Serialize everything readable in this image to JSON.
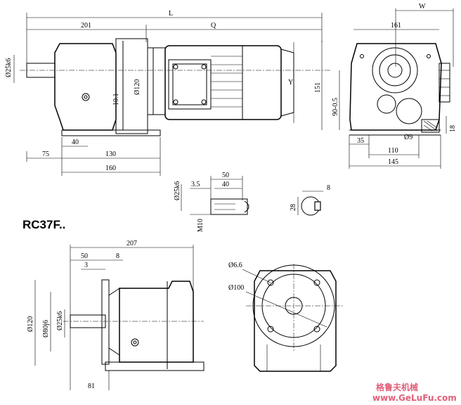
{
  "title": "RC37F..",
  "watermark": {
    "cn": "格鲁夫机械",
    "url": "www.GeLuFu.com"
  },
  "side_view": {
    "L": "L",
    "Q": "Q",
    "dim_201": "201",
    "shaft_dia": "Ø25k6",
    "dia_120": "Ø120",
    "dim_10_1": "10.1",
    "Y": "Y",
    "dim_40": "40",
    "dim_75": "75",
    "dim_130": "130",
    "dim_160": "160"
  },
  "end_view": {
    "W": "W",
    "dim_161": "161",
    "dim_151": "151",
    "dim_90": "90-0.5",
    "dim_18": "18",
    "dim_35": "35",
    "dia_9": "Ø9",
    "dim_110": "110",
    "dim_145": "145"
  },
  "shaft_detail": {
    "dia": "Ø25k6",
    "dim_3_5": "3.5",
    "dim_40": "40",
    "dim_50": "50",
    "thread": "M10"
  },
  "key_section": {
    "dim_8": "8",
    "dim_28": "28"
  },
  "flange_view": {
    "dim_207": "207",
    "dim_50": "50",
    "dim_8": "8",
    "dim_3": "3",
    "dia_120": "Ø120",
    "dia_80": "Ø80j6",
    "dia_25": "Ø25k6",
    "dim_81": "81"
  },
  "flange_face": {
    "holes": "Ø6.6",
    "pcd": "Ø100"
  }
}
